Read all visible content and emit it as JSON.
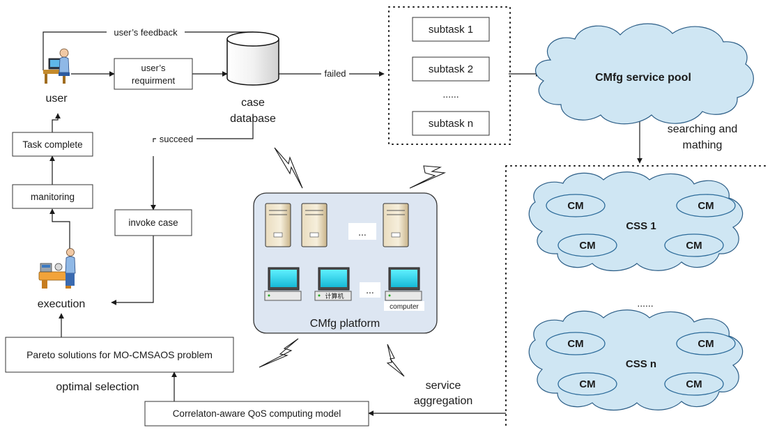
{
  "colors": {
    "cloud_fill": "#cfe6f3",
    "platform_fill": "#dde6f2",
    "monitor_screen": "#2ad5f0",
    "line": "#1a1a1a"
  },
  "labels": {
    "user": "user",
    "users_feedback": "user’s feedback",
    "users_requirement_line1": "user’s",
    "users_requirement_line2": "requirment",
    "case_database_line1": "case",
    "case_database_line2": "database",
    "failed": "failed",
    "succeed": "succeed",
    "task_complete": "Task complete",
    "monitoring": "manitoring",
    "invoke_case": "invoke case",
    "execution": "execution",
    "pareto": "Pareto solutions for MO-CMSAOS problem",
    "optimal_selection": "optimal selection",
    "qos_model": "Correlaton-aware QoS computing model",
    "service_aggregation_line1": "service",
    "service_aggregation_line2": "aggregation",
    "subtasks": [
      "subtask 1",
      "subtask 2",
      "......",
      "subtask n"
    ],
    "service_pool": "CMfg service pool",
    "searching_line1": "searching and",
    "searching_line2": "mathing",
    "css1": "CSS 1",
    "cssn": "CSS n",
    "cm": "CM",
    "between_clouds": "......",
    "platform": "CMfg platform",
    "servers_ellipsis": "...",
    "computers_ellipsis": "...",
    "computer": "computer",
    "screen_text": "计算机"
  }
}
